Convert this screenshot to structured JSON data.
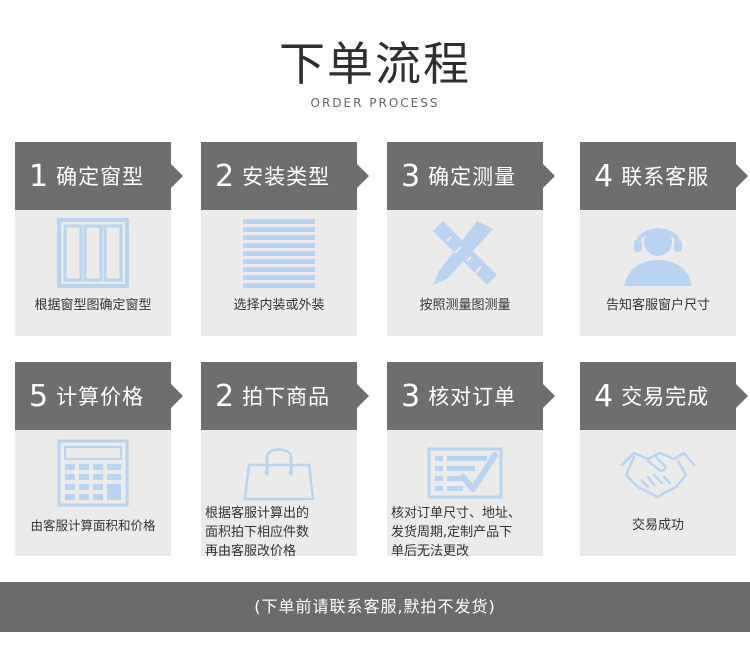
{
  "header": {
    "title": "下单流程",
    "subtitle": "ORDER PROCESS"
  },
  "steps": [
    {
      "num": "1",
      "label": "确定窗型",
      "desc": "根据窗型图确定窗型",
      "icon": "window-icon"
    },
    {
      "num": "2",
      "label": "安装类型",
      "desc": "选择内装或外装",
      "icon": "blinds-icon"
    },
    {
      "num": "3",
      "label": "确定测量",
      "desc": "按照测量图测量",
      "icon": "ruler-pencil-icon"
    },
    {
      "num": "4",
      "label": "联系客服",
      "desc": "告知客服窗户尺寸",
      "icon": "headset-agent-icon"
    },
    {
      "num": "5",
      "label": "计算价格",
      "desc": "由客服计算面积和价格",
      "icon": "calculator-icon"
    },
    {
      "num": "2",
      "label": "拍下商品",
      "desc": "根据客服计算出的面积拍下相应件数再由客服改价格",
      "desc_lines": [
        "根据客服计算出的",
        "面积拍下相应件数",
        "再由客服改价格"
      ],
      "icon": "shopping-bag-icon"
    },
    {
      "num": "3",
      "label": "核对订单",
      "desc": "核对订单尺寸、地址、发货周期,定制产品下单后无法更改",
      "desc_lines": [
        "核对订单尺寸、地址、",
        "发货周期,定制产品下",
        "单后无法更改"
      ],
      "icon": "checklist-icon"
    },
    {
      "num": "4",
      "label": "交易完成",
      "desc": "交易成功",
      "icon": "handshake-icon"
    }
  ],
  "footer": {
    "note": "(下单前请联系客服,默拍不发货)"
  },
  "colors": {
    "header_bg": "#6e6e6e",
    "card_bg": "#ebebeb",
    "icon_blue": "#b9d4f0",
    "footer_bg": "#6b6b6b"
  }
}
